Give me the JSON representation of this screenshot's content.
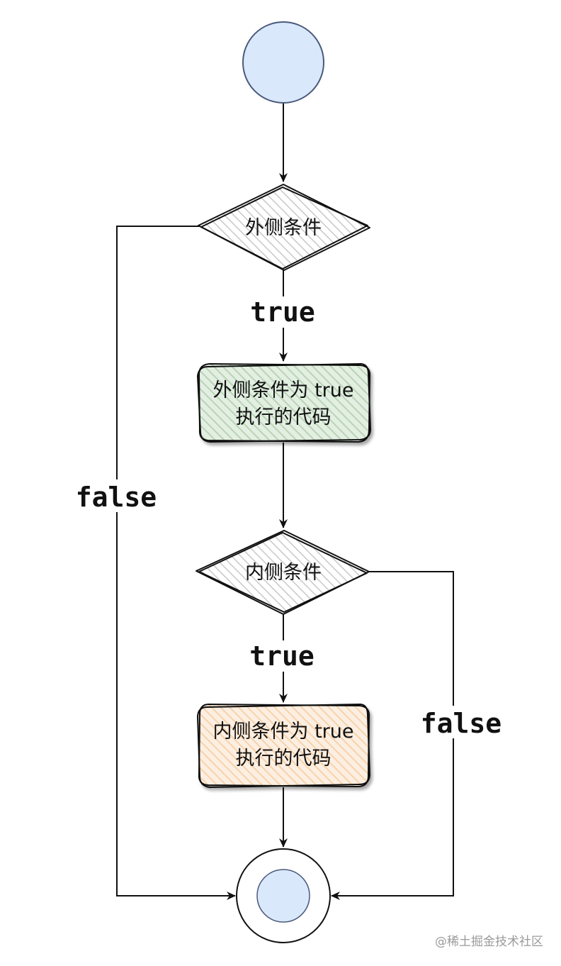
{
  "nodes": {
    "outer_condition": "外侧条件",
    "outer_true_block": {
      "line1": "外侧条件为 true",
      "line2": "执行的代码"
    },
    "inner_condition": "内侧条件",
    "inner_true_block": {
      "line1": "内侧条件为 true",
      "line2": "执行的代码"
    }
  },
  "edge_labels": {
    "outer_true": "true",
    "outer_false": "false",
    "inner_true": "true",
    "inner_false": "false"
  },
  "watermark": "@稀土掘金技术社区",
  "colors": {
    "circle_fill": "#dae8fc",
    "circle_stroke": "#4a5a7a",
    "outer_block_fill": "#d5e8d4",
    "inner_block_fill": "#ffe6cc",
    "hatch_gray": "#c8c8c8",
    "line": "#111111"
  },
  "shapes": {
    "start": "circle",
    "outer_condition": "diamond",
    "outer_true_block": "rounded-rectangle",
    "inner_condition": "diamond",
    "inner_true_block": "rounded-rectangle",
    "end": "double-circle"
  }
}
